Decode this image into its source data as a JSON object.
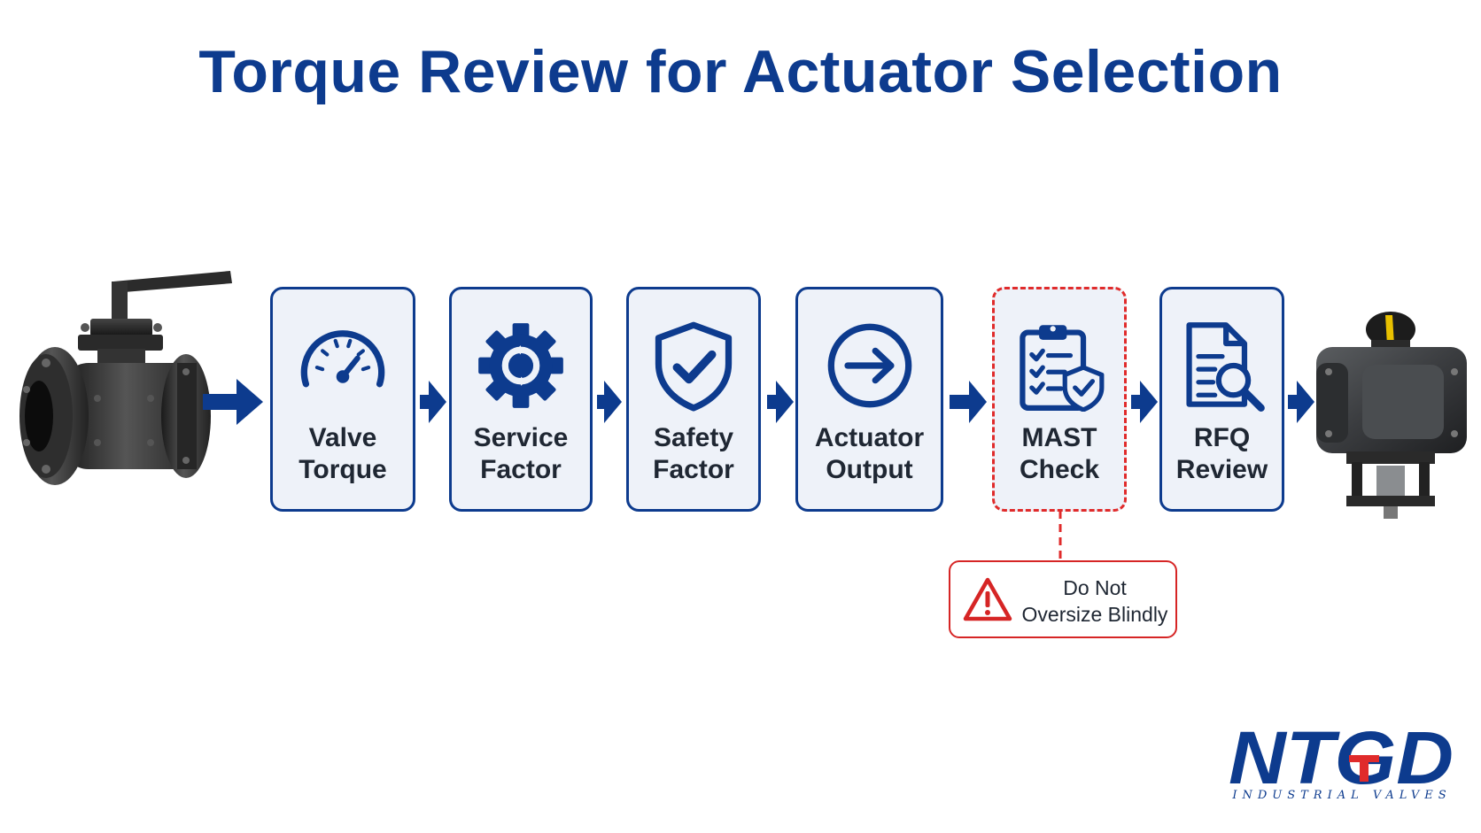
{
  "title": "Torque Review for Actuator Selection",
  "steps": [
    {
      "line1": "Valve",
      "line2": "Torque",
      "icon": "gauge-icon"
    },
    {
      "line1": "Service",
      "line2": "Factor",
      "icon": "gear-icon"
    },
    {
      "line1": "Safety",
      "line2": "Factor",
      "icon": "shield-check-icon"
    },
    {
      "line1": "Actuator",
      "line2": "Output",
      "icon": "arrow-circle-icon"
    },
    {
      "line1": "MAST",
      "line2": "Check",
      "icon": "clipboard-checklist-icon",
      "highlight": true
    },
    {
      "line1": "RFQ",
      "line2": "Review",
      "icon": "document-search-icon"
    }
  ],
  "warning": {
    "line1": "Do Not",
    "line2": "Oversize Blindly",
    "icon": "warning-triangle-icon"
  },
  "logo": {
    "text": "NTGD",
    "subtitle": "INDUSTRIAL VALVES"
  },
  "colors": {
    "primary": "#0d3b8e",
    "accent": "#e02b2b",
    "box_fill": "#eef2f9",
    "text": "#1f2733"
  }
}
